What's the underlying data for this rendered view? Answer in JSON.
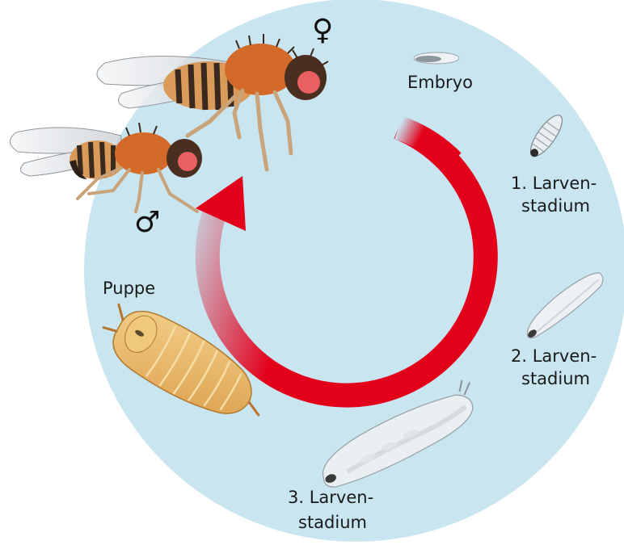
{
  "labels": {
    "embryo": "Embryo",
    "larva1_line1": "1. Larven-",
    "larva1_line2": "stadium",
    "larva2_line1": "2. Larven-",
    "larva2_line2": "stadium",
    "larva3_line1": "3. Larven-",
    "larva3_line2": "stadium",
    "pupa": "Puppe"
  },
  "symbols": {
    "female": "♀",
    "male": "♂"
  },
  "icons": [
    "female-fly-icon",
    "male-fly-icon",
    "embryo-icon",
    "larva-1-icon",
    "larva-2-icon",
    "larva-3-icon",
    "pupa-icon",
    "cycle-arrow-icon"
  ],
  "colors": {
    "background_disc": "#c8e5f0",
    "arrow": "#e3001b",
    "fly_body": "#d46a2a",
    "fly_eye": "#e86060",
    "larva": "#e9eef1",
    "pupa": "#e9b865"
  }
}
